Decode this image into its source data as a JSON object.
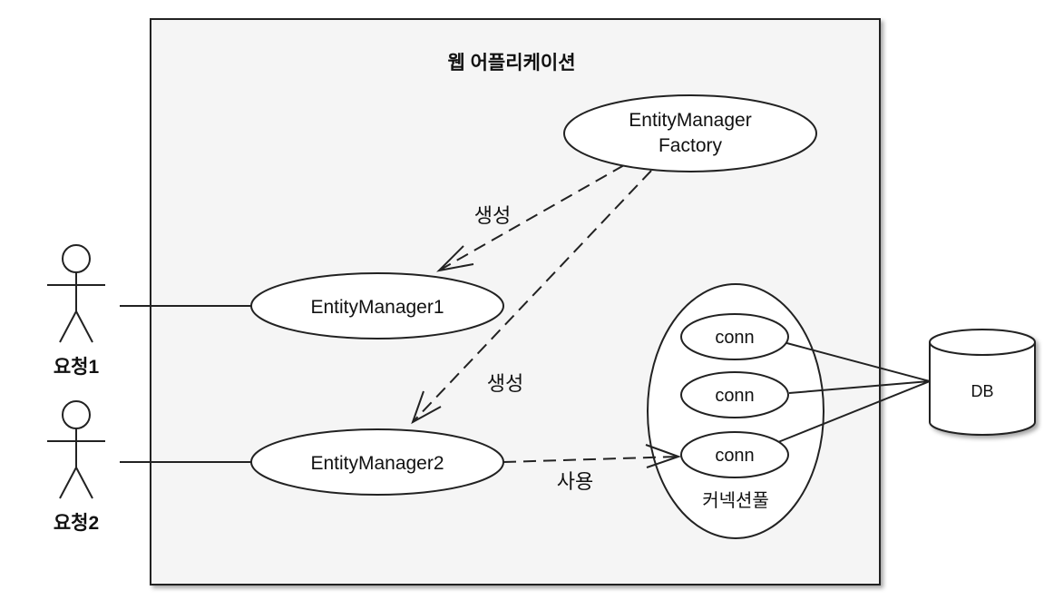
{
  "diagram": {
    "container_title": "웹 어플리케이션",
    "factory_line1": "EntityManager",
    "factory_line2": "Factory",
    "em1": "EntityManager1",
    "em2": "EntityManager2",
    "create_label_1": "생성",
    "create_label_2": "생성",
    "use_label": "사용",
    "pool_label": "커넥션풀",
    "conn_labels": [
      "conn",
      "conn",
      "conn"
    ],
    "actor1": "요청1",
    "actor2": "요청2",
    "db": "DB"
  }
}
